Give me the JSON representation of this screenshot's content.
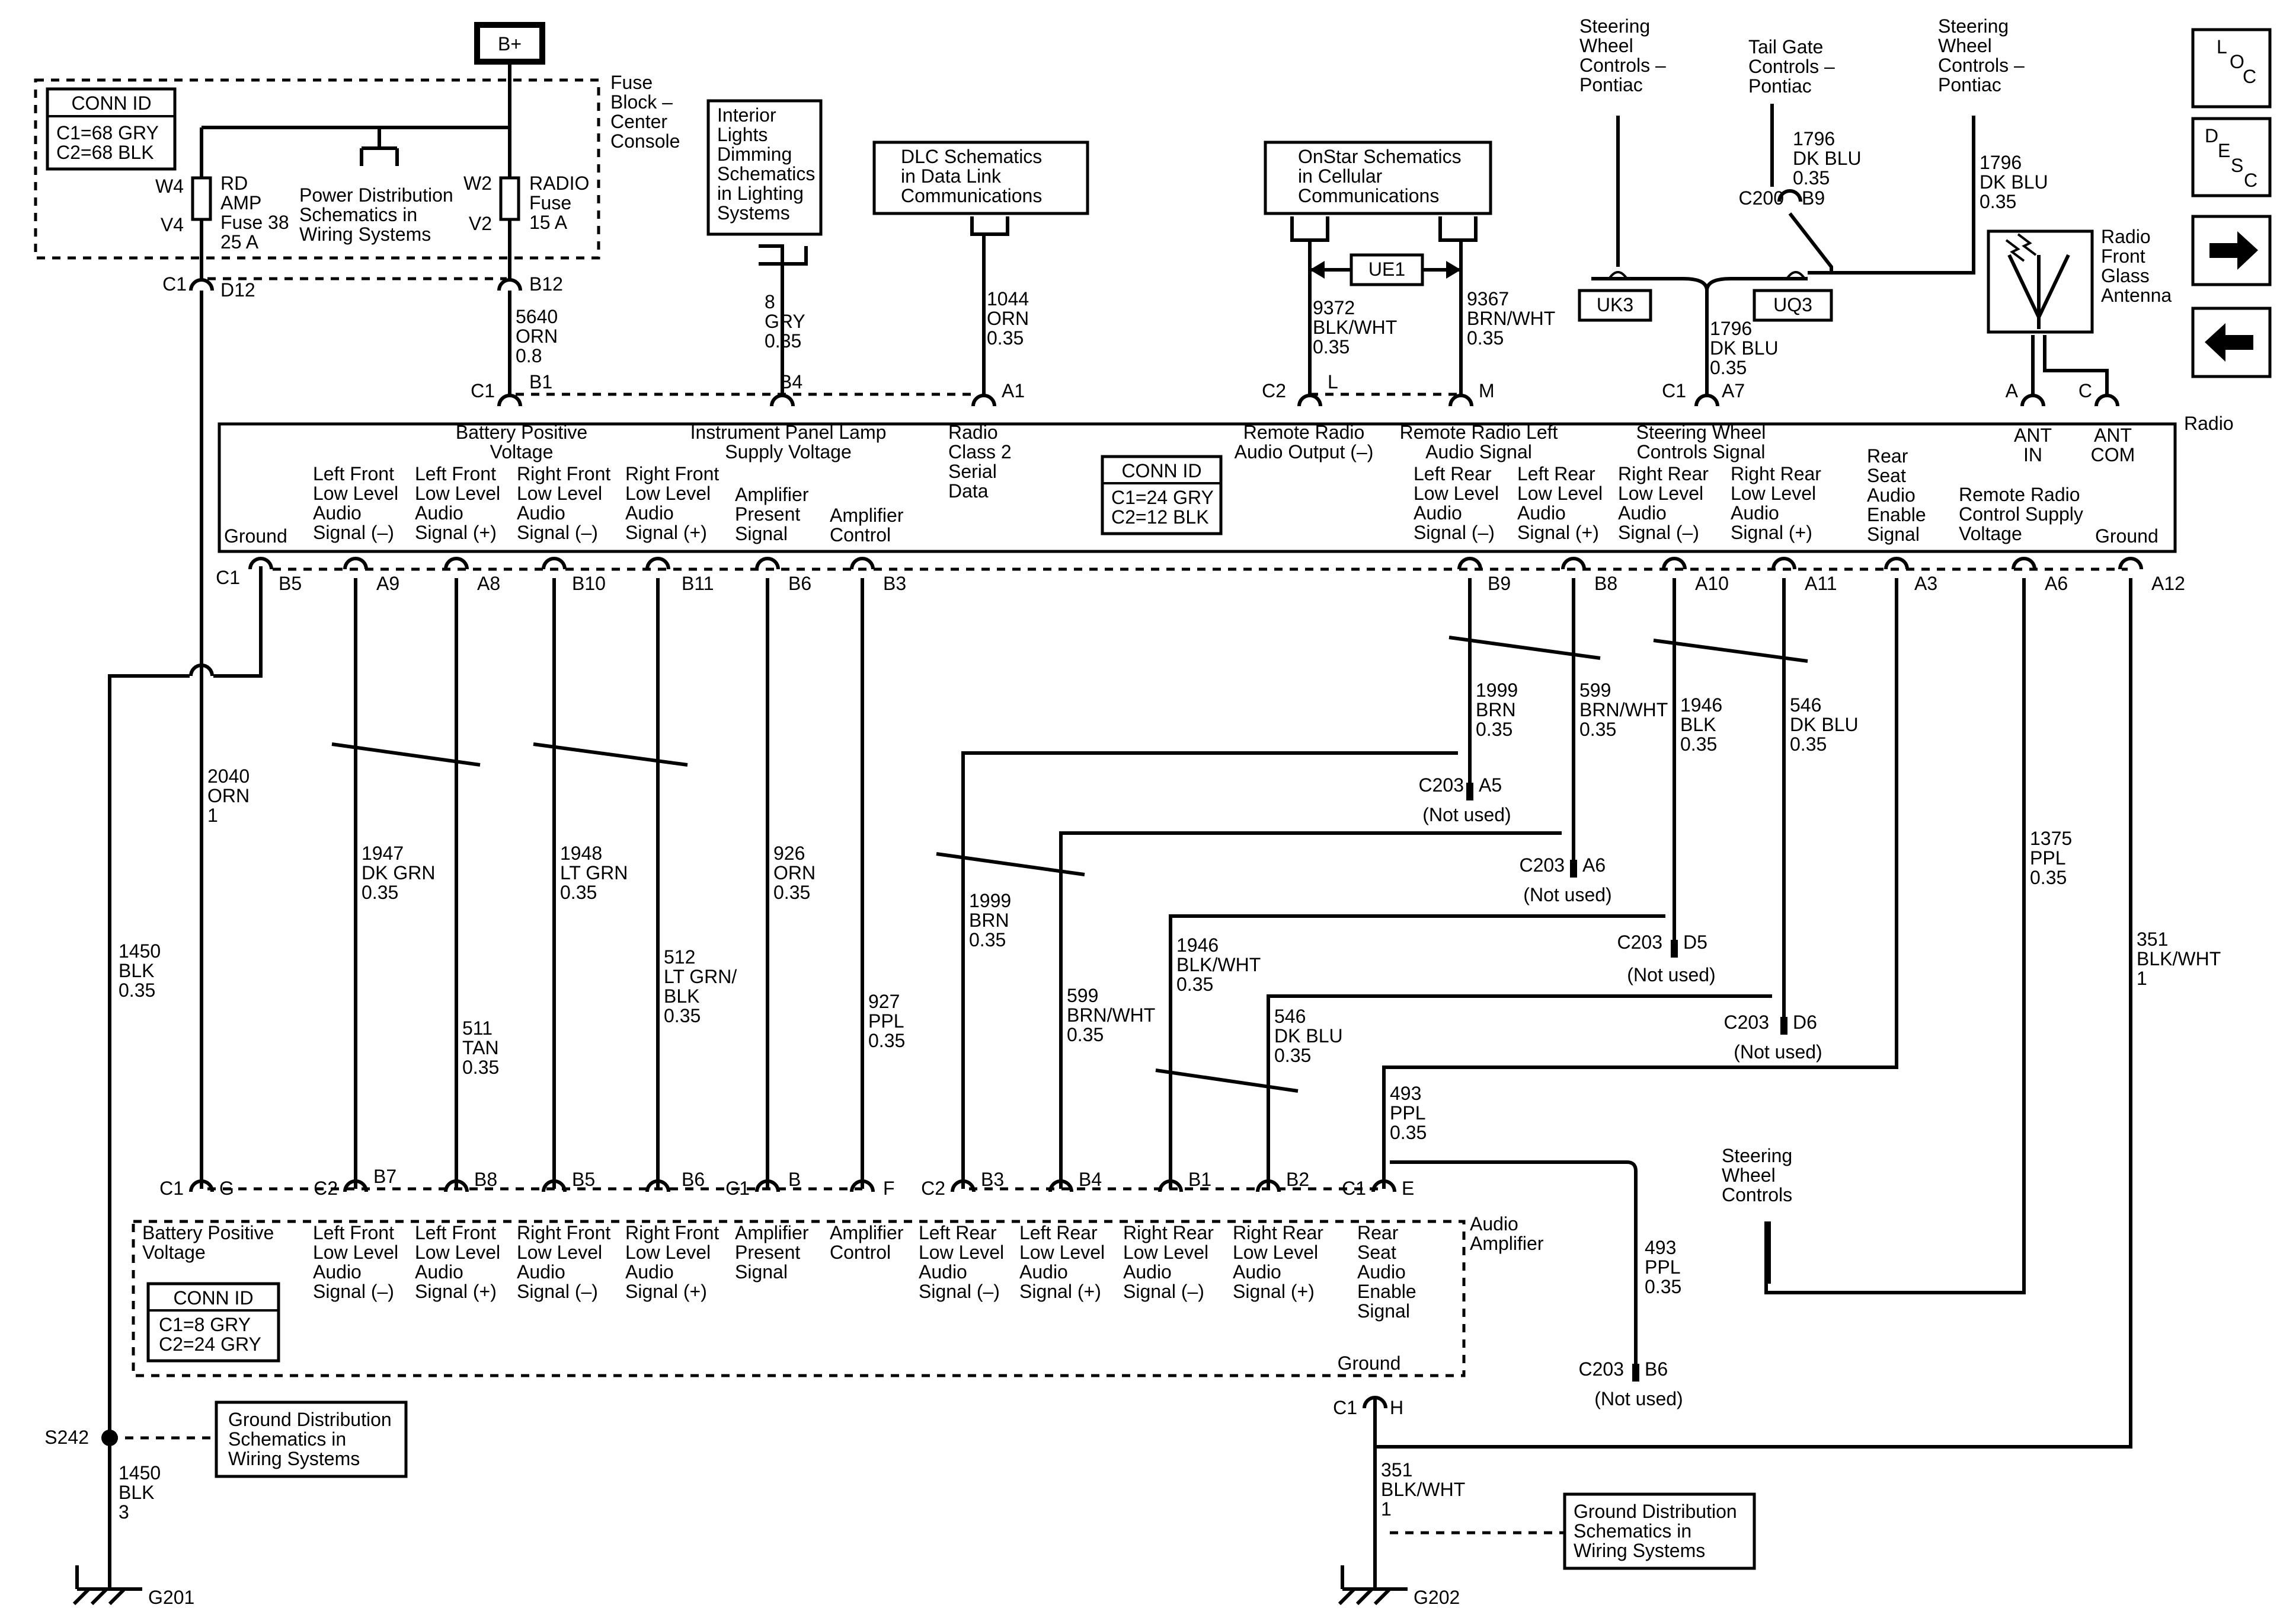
{
  "supply": {
    "bplus": "B+"
  },
  "fuse_block": {
    "label": [
      "Fuse",
      "Block –",
      "Center",
      "Console"
    ],
    "conn_id": {
      "title": "CONN ID",
      "lines": [
        "C1=68 GRY",
        "C2=68 BLK"
      ]
    },
    "rd_amp_fuse": {
      "top_pin": "W4",
      "bottom_pin": "V4",
      "lines": [
        "RD",
        "AMP",
        "Fuse 38",
        "25 A"
      ]
    },
    "radio_fuse": {
      "top_pin": "W2",
      "bottom_pin": "V2",
      "lines": [
        "RADIO",
        "Fuse",
        "15 A"
      ]
    },
    "power_distribution": [
      "Power Distribution",
      "Schematics in",
      "Wiring  Systems"
    ]
  },
  "references": {
    "interior_lights": [
      "Interior",
      "Lights",
      "Dimming",
      "Schematics",
      "in Lighting",
      "Systems"
    ],
    "dlc": [
      "DLC Schematics",
      "in Data Link",
      "Communications"
    ],
    "onstar": [
      "OnStar Schematics",
      "in Cellular",
      "Communications"
    ],
    "ground_dist_left": [
      "Ground Distribution",
      "Schematics in",
      "Wiring Systems"
    ],
    "ground_dist_right": [
      "Ground Distribution",
      "Schematics in",
      "Wiring Systems"
    ]
  },
  "top_labels": {
    "steering_left": [
      "Steering",
      "Wheel",
      "Controls –",
      "Pontiac"
    ],
    "tail_gate": [
      "Tail Gate",
      "Controls –",
      "Pontiac"
    ],
    "steering_right": [
      "Steering",
      "Wheel",
      "Controls –",
      "Pontiac"
    ],
    "antenna": [
      "Radio",
      "Front",
      "Glass",
      "Antenna"
    ],
    "ue1": "UE1",
    "uk3": "UK3",
    "uq3": "UQ3"
  },
  "nav_buttons": {
    "loc": [
      "L",
      "O",
      "C"
    ],
    "desc": [
      "D",
      "E",
      "S",
      "C"
    ],
    "next": "→",
    "prev": "←"
  },
  "radio": {
    "name": "Radio",
    "conn_id": {
      "title": "CONN ID",
      "lines": [
        "C1=24 GRY",
        "C2=12 BLK"
      ]
    },
    "top_functions": {
      "battery": [
        "Battery Positive",
        "Voltage"
      ],
      "ip_lamp": [
        "Instrument Panel Lamp",
        "Supply Voltage"
      ],
      "class2": [
        "Radio",
        "Class 2",
        "Serial",
        "Data"
      ],
      "remote_out": [
        "Remote Radio",
        "Audio Output (–)"
      ],
      "remote_left": [
        "Remote Radio Left",
        "Audio Signal"
      ],
      "steering": [
        "Steering Wheel",
        "Controls Signal"
      ],
      "ant_in": [
        "ANT",
        "IN"
      ],
      "ant_com": [
        "ANT",
        "COM"
      ]
    },
    "bottom_functions": {
      "ground_left": [
        "Ground"
      ],
      "lf_neg": [
        "Left Front",
        "Low Level",
        "Audio",
        "Signal (–)"
      ],
      "lf_pos": [
        "Left Front",
        "Low Level",
        "Audio",
        "Signal (+)"
      ],
      "rf_neg": [
        "Right Front",
        "Low Level",
        "Audio",
        "Signal (–)"
      ],
      "rf_pos": [
        "Right Front",
        "Low Level",
        "Audio",
        "Signal (+)"
      ],
      "amp_present": [
        "Amplifier",
        "Present",
        "Signal"
      ],
      "amp_control": [
        "Amplifier",
        "Control"
      ],
      "lr_neg": [
        "Left Rear",
        "Low Level",
        "Audio",
        "Signal (–)"
      ],
      "lr_pos": [
        "Left Rear",
        "Low Level",
        "Audio",
        "Signal (+)"
      ],
      "rr_neg": [
        "Right Rear",
        "Low Level",
        "Audio",
        "Signal (–)"
      ],
      "rr_pos": [
        "Right Rear",
        "Low Level",
        "Audio",
        "Signal (+)"
      ],
      "rear_seat": [
        "Rear",
        "Seat",
        "Audio",
        "Enable",
        "Signal"
      ],
      "remote_supply": [
        "Remote Radio",
        "Control Supply",
        "Voltage"
      ],
      "ground_right": [
        "Ground"
      ]
    }
  },
  "amplifier": {
    "name": [
      "Audio",
      "Amplifier"
    ],
    "conn_id": {
      "title": "CONN ID",
      "lines": [
        "C1=8 GRY",
        "C2=24 GRY"
      ]
    },
    "functions": {
      "battery": [
        "Battery Positive",
        "Voltage"
      ],
      "lf_neg": [
        "Left Front",
        "Low Level",
        "Audio",
        "Signal (–)"
      ],
      "lf_pos": [
        "Left Front",
        "Low Level",
        "Audio",
        "Signal (+)"
      ],
      "rf_neg": [
        "Right Front",
        "Low Level",
        "Audio",
        "Signal (–)"
      ],
      "rf_pos": [
        "Right Front",
        "Low Level",
        "Audio",
        "Signal (+)"
      ],
      "amp_present": [
        "Amplifier",
        "Present",
        "Signal"
      ],
      "amp_control": [
        "Amplifier",
        "Control"
      ],
      "lr_neg": [
        "Left Rear",
        "Low Level",
        "Audio",
        "Signal (–)"
      ],
      "lr_pos": [
        "Left Rear",
        "Low Level",
        "Audio",
        "Signal (+)"
      ],
      "rr_neg": [
        "Right Rear",
        "Low Level",
        "Audio",
        "Signal (–)"
      ],
      "rr_pos": [
        "Right Rear",
        "Low Level",
        "Audio",
        "Signal (+)"
      ],
      "rear_seat": [
        "Rear",
        "Seat",
        "Audio",
        "Enable",
        "Signal"
      ],
      "ground": [
        "Ground"
      ]
    }
  },
  "steering_wheel_controls": [
    "Steering",
    "Wheel",
    "Controls"
  ],
  "splice": "S242",
  "grounds": {
    "left": "G201",
    "right": "G202"
  },
  "wires": {
    "w5640": [
      "5640",
      "ORN",
      "0.8"
    ],
    "w8": [
      "8",
      "GRY",
      "0.35"
    ],
    "w1044": [
      "1044",
      "ORN",
      "0.35"
    ],
    "w9372": [
      "9372",
      "BLK/WHT",
      "0.35"
    ],
    "w9367": [
      "9367",
      "BRN/WHT",
      "0.35"
    ],
    "w1796_top1": [
      "1796",
      "DK BLU",
      "0.35"
    ],
    "w1796_top2": [
      "1796",
      "DK BLU",
      "0.35"
    ],
    "w1796_mid": [
      "1796",
      "DK BLU",
      "0.35"
    ],
    "w2040": [
      "2040",
      "ORN",
      "1"
    ],
    "w1450_top": [
      "1450",
      "BLK",
      "0.35"
    ],
    "w1450_bot": [
      "1450",
      "BLK",
      "3"
    ],
    "w1947": [
      "1947",
      "DK GRN",
      "0.35"
    ],
    "w511": [
      "511",
      "TAN",
      "0.35"
    ],
    "w1948": [
      "1948",
      "LT GRN",
      "0.35"
    ],
    "w512": [
      "512",
      "LT GRN/",
      "BLK",
      "0.35"
    ],
    "w926": [
      "926",
      "ORN",
      "0.35"
    ],
    "w927": [
      "927",
      "PPL",
      "0.35"
    ],
    "w1999_top": [
      "1999",
      "BRN",
      "0.35"
    ],
    "w599_top": [
      "599",
      "BRN/WHT",
      "0.35"
    ],
    "w1946_top": [
      "1946",
      "BLK",
      "0.35"
    ],
    "w546_top": [
      "546",
      "DK BLU",
      "0.35"
    ],
    "w1999_bot": [
      "1999",
      "BRN",
      "0.35"
    ],
    "w599_bot": [
      "599",
      "BRN/WHT",
      "0.35"
    ],
    "w1946_bot": [
      "1946",
      "BLK/WHT",
      "0.35"
    ],
    "w546_bot": [
      "546",
      "DK BLU",
      "0.35"
    ],
    "w1375": [
      "1375",
      "PPL",
      "0.35"
    ],
    "w351_right": [
      "351",
      "BLK/WHT",
      "1"
    ],
    "w493_a": [
      "493",
      "PPL",
      "0.35"
    ],
    "w493_b": [
      "493",
      "PPL",
      "0.35"
    ],
    "w351_bot": [
      "351",
      "BLK/WHT",
      "1"
    ]
  },
  "pins": {
    "c1": "C1",
    "c2": "C2",
    "c200": "C200",
    "c203": "C203",
    "d12": "D12",
    "b12": "B12",
    "b1": "B1",
    "b4": "B4",
    "a1": "A1",
    "l": "L",
    "m": "M",
    "a7": "A7",
    "b9": "B9",
    "a": "A",
    "c": "C",
    "b5": "B5",
    "a9": "A9",
    "a8": "A8",
    "b10": "B10",
    "b11": "B11",
    "b6": "B6",
    "b3": "B3",
    "rb9": "B9",
    "rb8": "B8",
    "a10": "A10",
    "a11": "A11",
    "a3": "A3",
    "a6": "A6",
    "a12": "A12",
    "g": "G",
    "b7": "B7",
    "b8": "B8",
    "ab5": "B5",
    "ab6": "B6",
    "ab": "B",
    "af": "F",
    "ab3": "B3",
    "ab4": "B4",
    "ab1": "B1",
    "ab2": "B2",
    "ae": "E",
    "h": "H",
    "a5": "A5",
    "ca6": "A6",
    "d5": "D5",
    "d6": "D6",
    "cb6": "B6"
  },
  "not_used": "(Not used)"
}
